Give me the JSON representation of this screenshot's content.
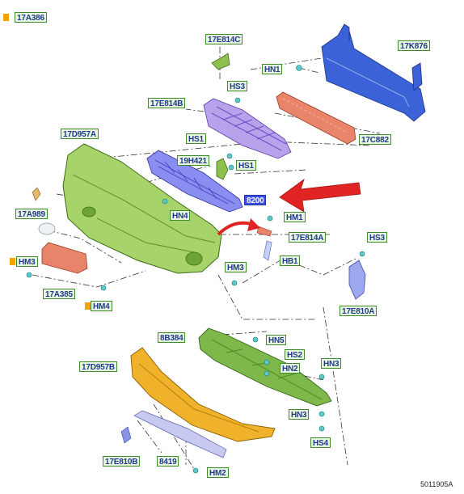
{
  "labels": {
    "p17A386": "17A386",
    "p17E814C": "17E814C",
    "p17K876": "17K876",
    "hn1": "HN1",
    "hs3_top": "HS3",
    "p17E814B": "17E814B",
    "p17D957A": "17D957A",
    "hs1_a": "HS1",
    "p17C882": "17C882",
    "p19H421": "19H421",
    "hs1_b": "HS1",
    "p8200": "8200",
    "hn4": "HN4",
    "p17A989": "17A989",
    "hm1": "HM1",
    "p17E814A": "17E814A",
    "hs3_right": "HS3",
    "hm3_left": "HM3",
    "hb1": "HB1",
    "hm3_mid": "HM3",
    "p17A385": "17A385",
    "hm4": "HM4",
    "p17E810A": "17E810A",
    "p8B384": "8B384",
    "hn5": "HN5",
    "hs2": "HS2",
    "p17D957B": "17D957B",
    "hn2": "HN2",
    "hn3_a": "HN3",
    "hn3_b": "HN3",
    "hs4": "HS4",
    "p17E810B": "17E810B",
    "p8419": "8419",
    "hm2": "HM2"
  },
  "footer_ref": "5011905A",
  "colors": {
    "label_border": "#3c8c2c",
    "label_bg": "#e9f6e2",
    "label_text": "#1f3a8a",
    "selected_label_bg": "#3d4fe0",
    "bumper_green": "#9ccc5a",
    "grille_purple": "#a88ee0",
    "grille_blue": "#6f73e6",
    "absorber_orange": "#e8846a",
    "reinforcement_blue": "#3c62d8",
    "lower_bumper_yellow": "#efb22a",
    "skid_green": "#6ea53b",
    "arrow_red": "#e02424",
    "marker_yellow": "#f3a400"
  }
}
